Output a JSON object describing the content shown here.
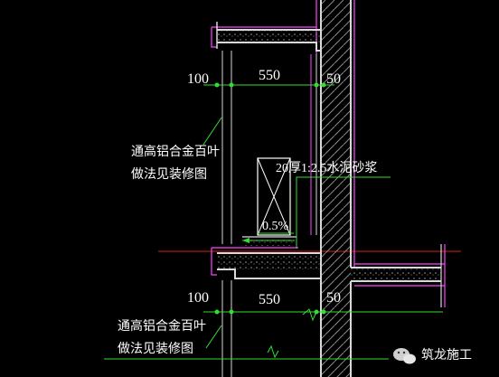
{
  "dimensions": {
    "upper": {
      "left": "100",
      "middle": "550",
      "right": "50"
    },
    "lower": {
      "left": "100",
      "middle": "550",
      "right": "50"
    }
  },
  "annotations": {
    "louver_upper_line1": "通高铝合金百叶",
    "louver_upper_line2": "做法见装修图",
    "louver_lower_line1": "通高铝合金百叶",
    "louver_lower_line2": "做法见装修图",
    "mortar": "20厚1:2.5水泥砂浆",
    "slope": "0.5%"
  },
  "watermark": {
    "text": "筑龙施工",
    "icon": "wechat-icon"
  },
  "colors": {
    "background": "#000000",
    "wall_outline": "#d9d9d9",
    "finish_line": "#ff44ff",
    "dimension_line": "#33dd33",
    "hatch": "#8a8a8a",
    "leader": "#33dd33",
    "frame": "#ffffff",
    "red_axis": "#d42020"
  }
}
